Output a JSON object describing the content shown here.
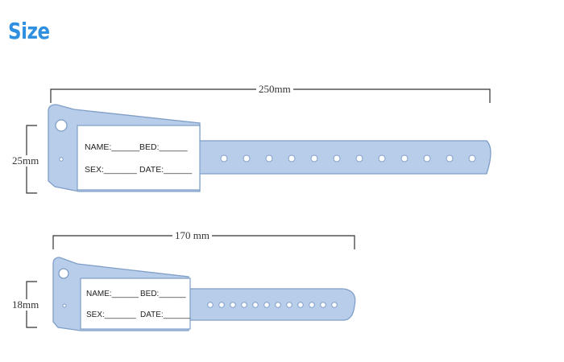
{
  "heading": "Size",
  "colors": {
    "heading": "#2f8fe0",
    "band_fill": "#b7cdea",
    "band_stroke": "#7f9ec7",
    "label_fill": "#ffffff",
    "line": "#333333"
  },
  "bands": [
    {
      "length_label": "250mm",
      "width_label": "25mm",
      "fields": {
        "name": "NAME:______",
        "bed": "BED:______",
        "sex": "SEX:_______",
        "date": "DATE:______"
      }
    },
    {
      "length_label": "170 mm",
      "width_label": "18mm",
      "fields": {
        "name": "NAME:______",
        "bed": "BED:______",
        "sex": "SEX:_______",
        "date": "DATE:______"
      }
    }
  ]
}
